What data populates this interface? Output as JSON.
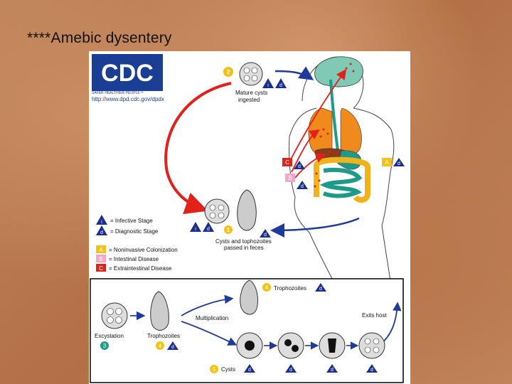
{
  "slide": {
    "title": "****Amebic dysentery"
  },
  "logo": {
    "text": "CDC",
    "tagline": "SAFER·HEALTHIER·PEOPLE™",
    "url": "http://www.dpd.cdc.gov/dpdx"
  },
  "cycle": {
    "step2_number": "2",
    "step2_label_line1": "Mature cysts",
    "step2_label_line2": "ingested",
    "step1_number": "1",
    "step1_label_line1": "Cysts and tophozoites",
    "step1_label_line2": "passed in feces"
  },
  "badges": {
    "i": "i",
    "d": "d",
    "A": "A",
    "B": "B",
    "C": "C"
  },
  "legend": {
    "infective": "= Infective Stage",
    "diagnostic": "= Diagnostic Stage",
    "noninvasive": "= Noninvasive Colonization",
    "intestinal": "= Intestinal Disease",
    "extraintestinal": "= Extraintestinal Disease"
  },
  "inset": {
    "trophozoites_top": "Trophozoites",
    "trophozoites_top_num": "4",
    "multiplication": "Multiplication",
    "exits_host": "Exits host",
    "excystation": "Excystation",
    "excystation_num": "3",
    "trophozoites_bottom": "Trophozoites",
    "trophozoites_bottom_num": "4",
    "cysts": "Cysts",
    "cysts_num": "5"
  },
  "colors": {
    "arrow_red": "#e0221b",
    "arrow_blue": "#1e3a9c",
    "badge_blue": "#1a2f8a",
    "badge_yellow": "#f2c21a",
    "badge_pink": "#f3a6c8",
    "badge_red": "#d7261d",
    "lung_orange": "#f08a1c",
    "intestine_green": "#1f9a8a",
    "brain_teal": "#7fc9b5"
  }
}
